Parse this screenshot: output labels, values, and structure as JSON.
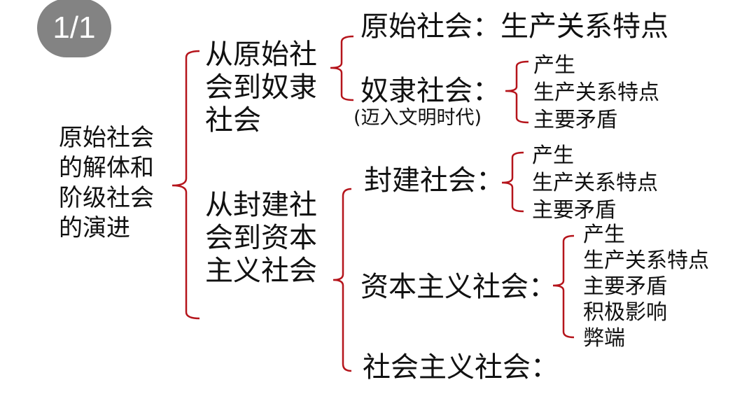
{
  "viewer": {
    "page_indicator": "1/1"
  },
  "diagram": {
    "root": [
      "原始社会",
      "的解体和",
      "阶级社会",
      "的演进"
    ],
    "branch1": {
      "title": [
        "从原始社",
        "会到奴隶",
        "社会"
      ],
      "primitive": "原始社会：生产关系特点",
      "slave": "奴隶社会：",
      "slave_note": "(迈入文明时代)",
      "slave_items": [
        "产生",
        "生产关系特点",
        "主要矛盾"
      ]
    },
    "branch2": {
      "title": [
        "从封建社",
        "会到资本",
        "主义社会"
      ],
      "feudal": "封建社会：",
      "feudal_items": [
        "产生",
        "生产关系特点",
        "主要矛盾"
      ],
      "capitalist": "资本主义社会：",
      "capitalist_items": [
        "产生",
        "生产关系特点",
        "主要矛盾",
        "积极影响",
        "弊端"
      ],
      "socialist": "社会主义社会："
    },
    "bracket_color": "#b5141b"
  }
}
